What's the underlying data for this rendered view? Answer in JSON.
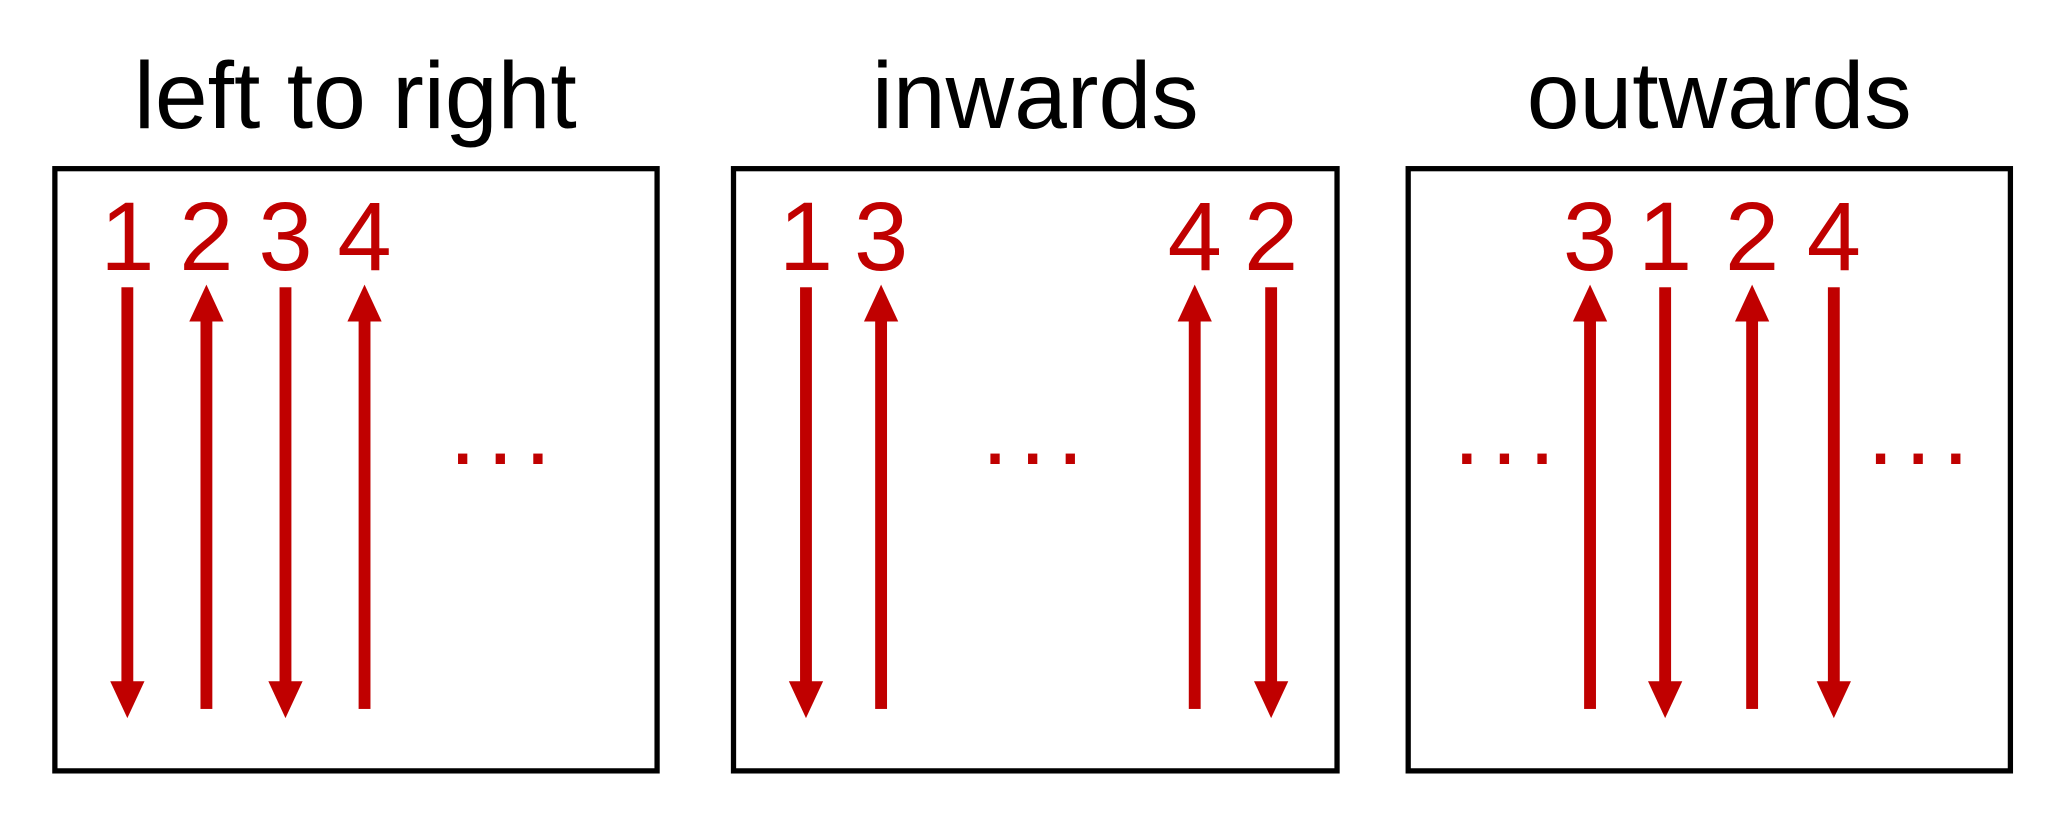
{
  "colors": {
    "arrow": "#c00000",
    "text": "#000000",
    "frame": "#000000"
  },
  "ellipsis": "...",
  "panels": [
    {
      "title": "left to right",
      "arrows": [
        {
          "label": "1",
          "direction": "down"
        },
        {
          "label": "2",
          "direction": "up"
        },
        {
          "label": "3",
          "direction": "down"
        },
        {
          "label": "4",
          "direction": "up"
        }
      ]
    },
    {
      "title": "inwards",
      "arrows": [
        {
          "label": "1",
          "direction": "down"
        },
        {
          "label": "3",
          "direction": "up"
        },
        {
          "label": "4",
          "direction": "up"
        },
        {
          "label": "2",
          "direction": "down"
        }
      ]
    },
    {
      "title": "outwards",
      "arrows": [
        {
          "label": "3",
          "direction": "up"
        },
        {
          "label": "1",
          "direction": "down"
        },
        {
          "label": "2",
          "direction": "up"
        },
        {
          "label": "4",
          "direction": "down"
        }
      ]
    }
  ]
}
